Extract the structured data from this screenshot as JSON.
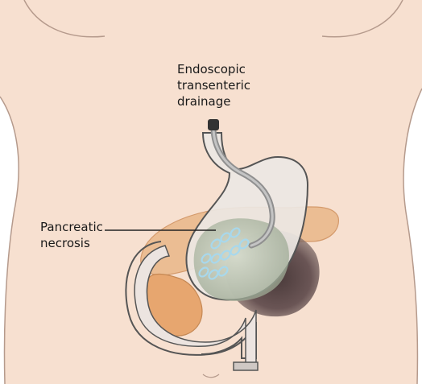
{
  "labels": {
    "drainage": [
      "Endoscopic",
      "transenteric",
      "drainage"
    ],
    "necrosis": [
      "Pancreatic",
      "necrosis"
    ]
  },
  "colors": {
    "skin": "#f5dccb",
    "skin_outline": "#b08f80",
    "stomach": "#e9e4e1",
    "pancreas": "#e9b98f",
    "necrosis": "#5c4c4a",
    "collection": "#c9d5c4",
    "stent": "#b7dbe9",
    "scope": "#9a9a9a"
  }
}
